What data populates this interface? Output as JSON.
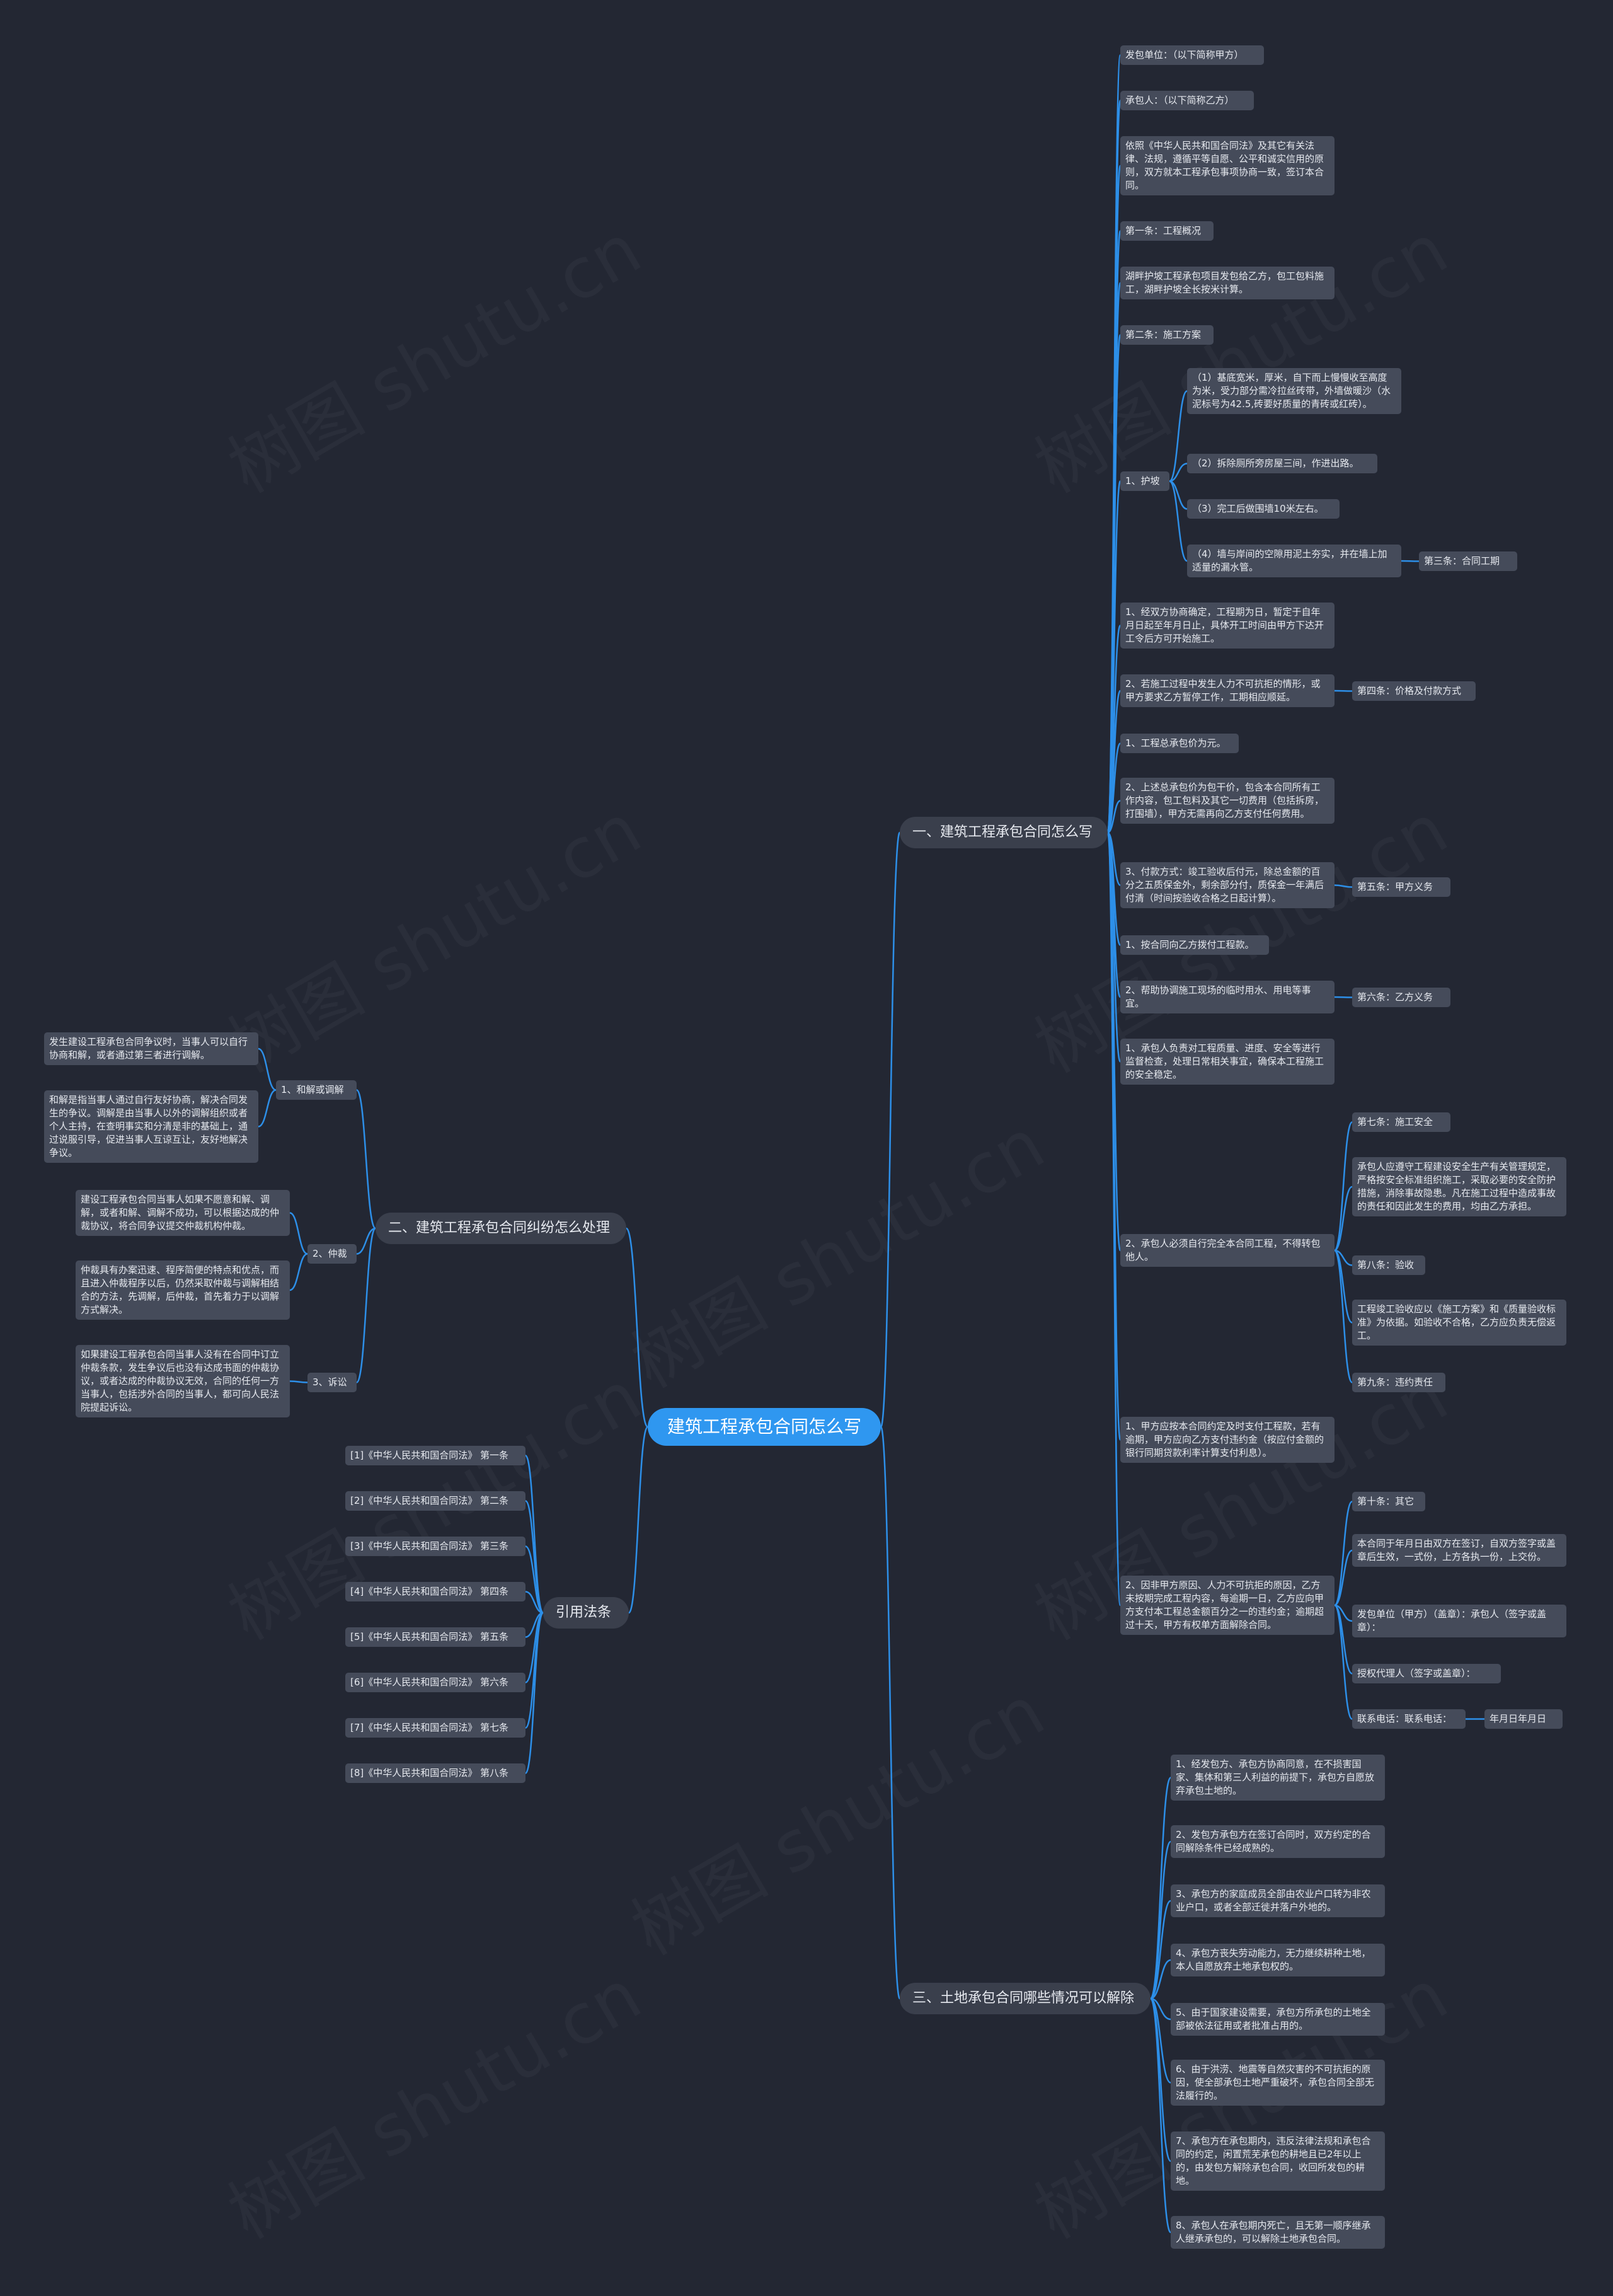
{
  "root": {
    "label": "建筑工程承包合同怎么写"
  },
  "watermarks": [
    "树图 shutu.cn",
    "树图 shutu.cn",
    "树图 shutu.cn",
    "树图 shutu.cn",
    "树图 shutu.cn",
    "树图 shutu.cn",
    "树图 shutu.cn",
    "树图 shutu.cn",
    "树图 shutu.cn",
    "树图 shutu.cn"
  ],
  "branch1": {
    "label": "一、建筑工程承包合同怎么写",
    "n01": "发包单位：（以下简称甲方）",
    "n02": "承包人：（以下简称乙方）",
    "n03": "依照《中华人民共和国合同法》及其它有关法律、法规，遵循平等自愿、公平和诚实信用的原则，双方就本工程承包事项协商一致，签订本合同。",
    "n04": "第一条：工程概况",
    "n05": "湖畔护坡工程承包项目发包给乙方，包工包料施工，湖畔护坡全长按米计算。",
    "n06": "第二条：施工方案",
    "n07": "1、护坡",
    "n07a": "（1）基底宽米，厚米，自下而上慢慢收至高度为米，受力部分需冷拉丝砖带，外墙做暖沙（水泥标号为42.5,砖要好质量的青砖或红砖）。",
    "n07b": "（2）拆除厕所旁房屋三间，作进出路。",
    "n07c": "（3）完工后做围墙10米左右。",
    "n07d": "（4）墙与岸间的空隙用泥土夯实，并在墙上加适量的漏水管。",
    "n07e": "第三条：合同工期",
    "n08": "1、经双方协商确定，工程期为日，暂定于自年月日起至年月日止，具体开工时间由甲方下达开工令后方可开始施工。",
    "n09": "2、若施工过程中发生人力不可抗拒的情形，或甲方要求乙方暂停工作，工期相应顺延。",
    "n09a": "第四条：价格及付款方式",
    "n10": "1、工程总承包价为元。",
    "n11": "2、上述总承包价为包干价，包含本合同所有工作内容，包工包料及其它一切费用（包括拆房，打围墙），甲方无需再向乙方支付任何费用。",
    "n12": "3、付款方式：竣工验收后付元，除总金额的百分之五质保金外，剩余部分付，质保金一年满后付清（时间按验收合格之日起计算）。",
    "n12a": "第五条：甲方义务",
    "n13": "1、按合同向乙方拨付工程款。",
    "n14": "2、帮助协调施工现场的临时用水、用电等事宜。",
    "n14a": "第六条：乙方义务",
    "n15": "1、承包人负责对工程质量、进度、安全等进行监督检查，处理日常相关事宜，确保本工程施工的安全稳定。",
    "n16": "2、承包人必须自行完全本合同工程，不得转包他人。",
    "n16a": "第七条：施工安全",
    "n16b": "承包人应遵守工程建设安全生产有关管理规定，严格按安全标准组织施工，采取必要的安全防护措施，消除事故隐患。凡在施工过程中造成事故的责任和因此发生的费用，均由乙方承担。",
    "n16c": "第八条：验收",
    "n16d": "工程竣工验收应以《施工方案》和《质量验收标准》为依据。如验收不合格，乙方应负责无偿返工。",
    "n16e": "第九条：违约责任",
    "n17": "1、甲方应按本合同约定及时支付工程款，若有逾期，甲方应向乙方支付违约金（按应付金额的银行同期贷款利率计算支付利息）。",
    "n18": "2、因非甲方原因、人力不可抗拒的原因，乙方未按期完成工程内容，每逾期一日，乙方应向甲方支付本工程总金额百分之一的违约金；逾期超过十天，甲方有权单方面解除合同。",
    "n18a": "第十条：其它",
    "n18b": "本合同于年月日由双方在签订，自双方签字或盖章后生效，一式份，上方各执一份，上交份。",
    "n18c": "发包单位（甲方）（盖章）：承包人（签字或盖章）：",
    "n18d": "授权代理人（签字或盖章）：",
    "n18e": "联系电话：联系电话：",
    "n18f": "年月日年月日"
  },
  "branch2": {
    "label": "二、建筑工程承包合同纠纷怎么处理",
    "c1": "1、和解或调解",
    "c1a": "发生建设工程承包合同争议时，当事人可以自行协商和解，或者通过第三者进行调解。",
    "c1b": "和解是指当事人通过自行友好协商，解决合同发生的争议。调解是由当事人以外的调解组织或者个人主持，在查明事实和分清是非的基础上，通过说服引导，促进当事人互谅互让，友好地解决争议。",
    "c2": "2、仲裁",
    "c2a": "建设工程承包合同当事人如果不愿意和解、调解，或者和解、调解不成功，可以根据达成的仲裁协议，将合同争议提交仲裁机构仲裁。",
    "c2b": "仲裁具有办案迅速、程序简便的特点和优点，而且进入仲裁程序以后，仍然采取仲裁与调解相结合的方法，先调解，后仲裁，首先着力于以调解方式解决。",
    "c3": "3、诉讼",
    "c3a": "如果建设工程承包合同当事人没有在合同中订立仲裁条款，发生争议后也没有达成书面的仲裁协议，或者达成的仲裁协议无效，合同的任何一方当事人，包括涉外合同的当事人，都可向人民法院提起诉讼。"
  },
  "branch3": {
    "label": "引用法条",
    "items": [
      "[1]《中华人民共和国合同法》 第一条",
      "[2]《中华人民共和国合同法》 第二条",
      "[3]《中华人民共和国合同法》 第三条",
      "[4]《中华人民共和国合同法》 第四条",
      "[5]《中华人民共和国合同法》 第五条",
      "[6]《中华人民共和国合同法》 第六条",
      "[7]《中华人民共和国合同法》 第七条",
      "[8]《中华人民共和国合同法》 第八条"
    ]
  },
  "branch4": {
    "label": "三、土地承包合同哪些情况可以解除",
    "items": [
      "1、经发包方、承包方协商同意，在不损害国家、集体和第三人利益的前提下，承包方自愿放弃承包土地的。",
      "2、发包方承包方在签订合同时，双方约定的合同解除条件已经成熟的。",
      "3、承包方的家庭成员全部由农业户口转为非农业户口，或者全部迁徙并落户外地的。",
      "4、承包方丧失劳动能力，无力继续耕种土地，本人自愿放弃土地承包权的。",
      "5、由于国家建设需要，承包方所承包的土地全部被依法征用或者批准占用的。",
      "6、由于洪涝、地震等自然灾害的不可抗拒的原因，使全部承包土地严重破坏，承包合同全部无法履行的。",
      "7、承包方在承包期内，违反法律法规和承包合同的约定，闲置荒芜承包的耕地且已2年以上的，由发包方解除承包合同，收回所发包的耕地。",
      "8、承包人在承包期内死亡，且无第一顺序继承人继承承包的，可以解除土地承包合同。"
    ]
  }
}
